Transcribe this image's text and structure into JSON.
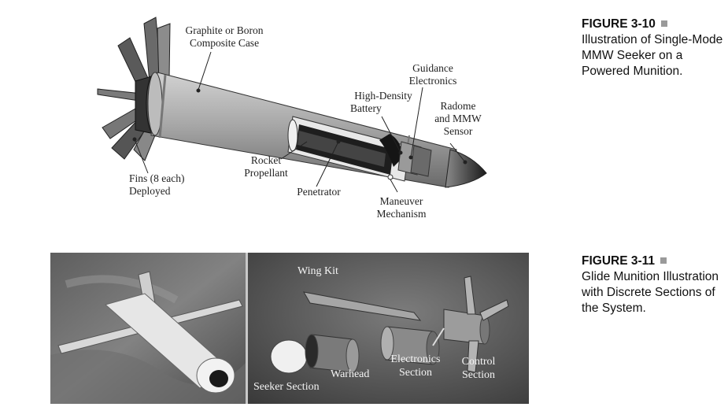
{
  "figure_3_10": {
    "number": "FIGURE 3-10",
    "caption": "Illustration of Single-Mode MMW Seeker on a Powered Munition.",
    "labels": {
      "case_line1": "Graphite or Boron",
      "case_line2": "Composite Case",
      "guidance_line1": "Guidance",
      "guidance_line2": "Electronics",
      "battery_line1": "High-Density",
      "battery_line2": "Battery",
      "radome_line1": "Radome",
      "radome_line2": "and MMW",
      "radome_line3": "Sensor",
      "propellant_line1": "Rocket",
      "propellant_line2": "Propellant",
      "fins_line1": "Fins (8 each)",
      "fins_line2": "Deployed",
      "penetrator": "Penetrator",
      "maneuver_line1": "Maneuver",
      "maneuver_line2": "Mechanism"
    }
  },
  "figure_3_11": {
    "number": "FIGURE 3-11",
    "caption": "Glide Munition Illustration with Discrete Sections of the System.",
    "labels": {
      "wing_kit": "Wing Kit",
      "electronics_line1": "Electronics",
      "electronics_line2": "Section",
      "control_line1": "Control",
      "control_line2": "Section",
      "warhead": "Warhead",
      "seeker_section": "Seeker Section"
    }
  }
}
